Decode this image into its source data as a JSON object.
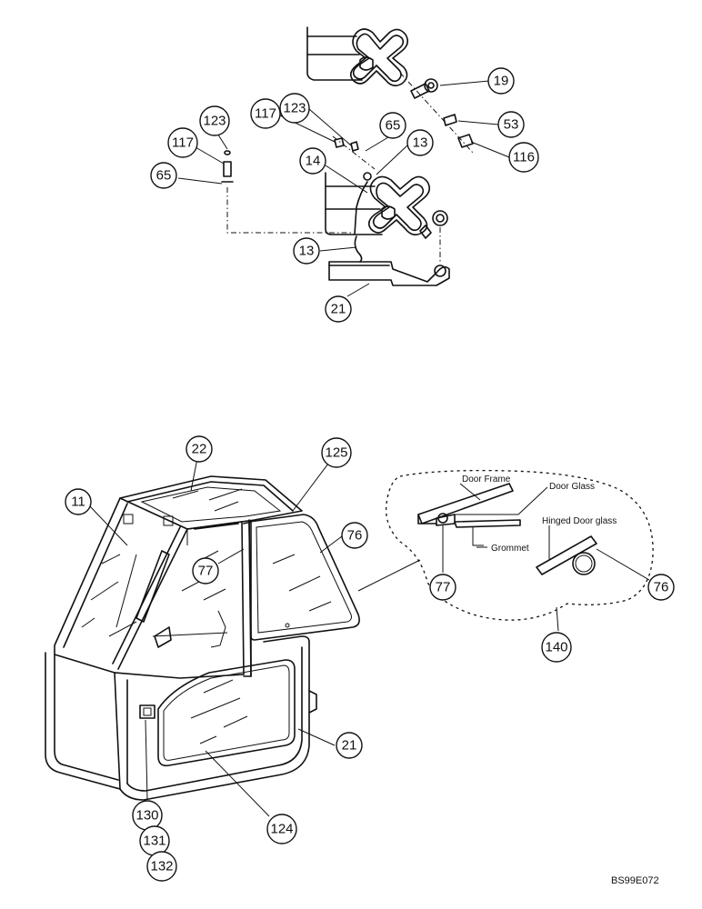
{
  "callouts": {
    "c19": "19",
    "c53": "53",
    "c116": "116",
    "c65a": "65",
    "c13a": "13",
    "c117a": "117",
    "c123a": "123",
    "c123b": "123",
    "c117b": "117",
    "c65b": "65",
    "c14": "14",
    "c13b": "13",
    "c21a": "21",
    "c22": "22",
    "c125": "125",
    "c11": "11",
    "c76a": "76",
    "c77a": "77",
    "c77b": "77",
    "c76b": "76",
    "c140": "140",
    "c21b": "21",
    "c130": "130",
    "c131": "131",
    "c132": "132",
    "c124": "124"
  },
  "detail_labels": {
    "door_frame": "Door Frame",
    "door_glass": "Door Glass",
    "grommet": "Grommet",
    "hinged_door_glass": "Hinged Door glass"
  },
  "drawing_code": "BS99E072"
}
